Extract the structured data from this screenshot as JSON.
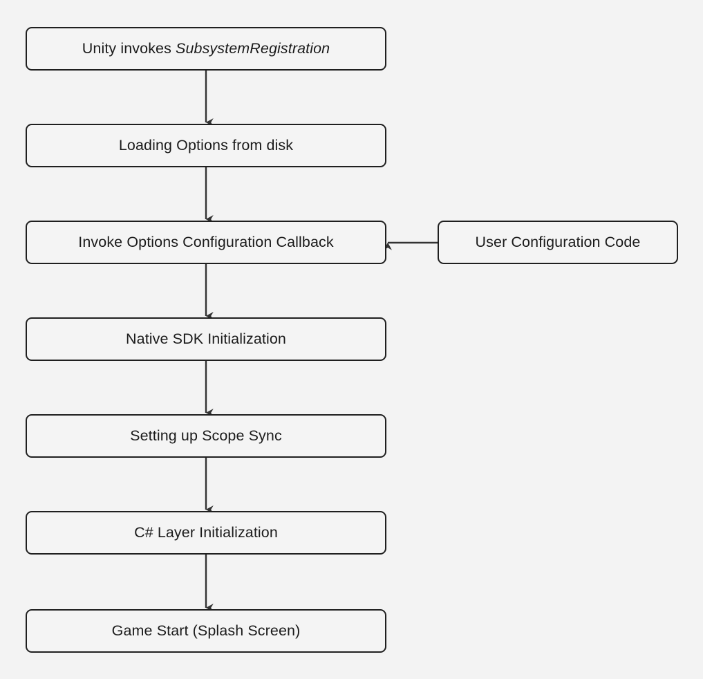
{
  "diagram": {
    "type": "flowchart",
    "direction": "top-to-bottom",
    "background_color": "#f3f3f3",
    "node_fill_color": "#f4f4f4",
    "node_border_color": "#1f1f1f",
    "text_color": "#1b1b1b",
    "edge_color": "#333333",
    "title": ""
  },
  "nodes": [
    {
      "id": "n1",
      "label_prefix": "Unity invokes ",
      "label_emphasis": "SubsystemRegistration",
      "label": "Unity invokes SubsystemRegistration",
      "column": "main",
      "row": 1
    },
    {
      "id": "n2",
      "label": "Loading Options from disk",
      "column": "main",
      "row": 2
    },
    {
      "id": "n3",
      "label": "Invoke Options Configuration Callback",
      "column": "main",
      "row": 3
    },
    {
      "id": "n4",
      "label": "Native SDK Initialization",
      "column": "main",
      "row": 4
    },
    {
      "id": "n5",
      "label": "Setting up Scope Sync",
      "column": "main",
      "row": 5
    },
    {
      "id": "n6",
      "label": "C# Layer Initialization",
      "column": "main",
      "row": 6
    },
    {
      "id": "n7",
      "label": "Game Start (Splash Screen)",
      "column": "main",
      "row": 7
    },
    {
      "id": "n8",
      "label": "User Configuration Code",
      "column": "side",
      "row": 3
    }
  ],
  "edges": [
    {
      "from": "n1",
      "to": "n2",
      "label": "",
      "orientation": "vertical"
    },
    {
      "from": "n2",
      "to": "n3",
      "label": "",
      "orientation": "vertical"
    },
    {
      "from": "n3",
      "to": "n4",
      "label": "",
      "orientation": "vertical"
    },
    {
      "from": "n4",
      "to": "n5",
      "label": "",
      "orientation": "vertical"
    },
    {
      "from": "n5",
      "to": "n6",
      "label": "",
      "orientation": "vertical"
    },
    {
      "from": "n6",
      "to": "n7",
      "label": "",
      "orientation": "vertical"
    },
    {
      "from": "n8",
      "to": "n3",
      "label": "",
      "orientation": "horizontal-left"
    }
  ]
}
